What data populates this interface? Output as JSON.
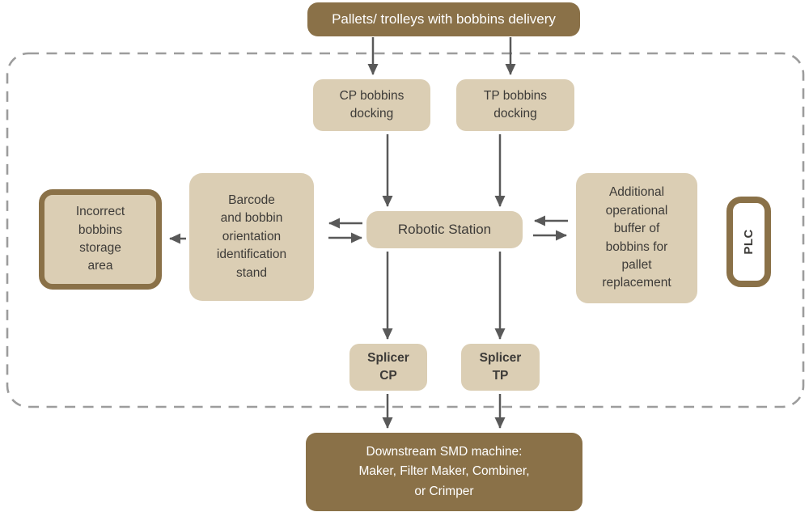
{
  "diagram": {
    "colors": {
      "brown": "#8a7148",
      "tan": "#dbceb4",
      "text_dark": "#3d3b38",
      "text_light": "#ffffff",
      "arrow_gray": "#595959",
      "dashed_boundary_gray": "#9c9c9c",
      "plc_fill": "#ffffff"
    },
    "nodes": {
      "pallets_delivery": {
        "label": "Pallets/ trolleys with bobbins delivery"
      },
      "cp_docking": {
        "label": "CP bobbins\ndocking"
      },
      "tp_docking": {
        "label": "TP bobbins\ndocking"
      },
      "robotic_station": {
        "label": "Robotic Station"
      },
      "barcode_stand": {
        "label": "Barcode\nand bobbin\norientation\nidentification\nstand"
      },
      "incorrect_storage": {
        "label": "Incorrect\nbobbins\nstorage\narea"
      },
      "operational_buffer": {
        "label": "Additional\noperational\nbuffer of\nbobbins for\npallet\nreplacement"
      },
      "plc": {
        "label": "PLC"
      },
      "splicer_cp": {
        "label": "Splicer\nCP"
      },
      "splicer_tp": {
        "label": "Splicer\nTP"
      },
      "downstream_smd": {
        "label": "Downstream SMD machine:\nMaker, Filter Maker, Combiner,\nor Crimper"
      }
    },
    "edges": [
      {
        "from": "pallets_delivery",
        "to": "cp_docking"
      },
      {
        "from": "pallets_delivery",
        "to": "tp_docking"
      },
      {
        "from": "cp_docking",
        "to": "robotic_station"
      },
      {
        "from": "tp_docking",
        "to": "robotic_station"
      },
      {
        "from": "robotic_station",
        "to": "barcode_stand"
      },
      {
        "from": "barcode_stand",
        "to": "robotic_station"
      },
      {
        "from": "barcode_stand",
        "to": "incorrect_storage"
      },
      {
        "from": "operational_buffer",
        "to": "robotic_station"
      },
      {
        "from": "robotic_station",
        "to": "operational_buffer"
      },
      {
        "from": "robotic_station",
        "to": "splicer_cp"
      },
      {
        "from": "robotic_station",
        "to": "splicer_tp"
      },
      {
        "from": "splicer_cp",
        "to": "downstream_smd"
      },
      {
        "from": "splicer_tp",
        "to": "downstream_smd"
      }
    ]
  }
}
